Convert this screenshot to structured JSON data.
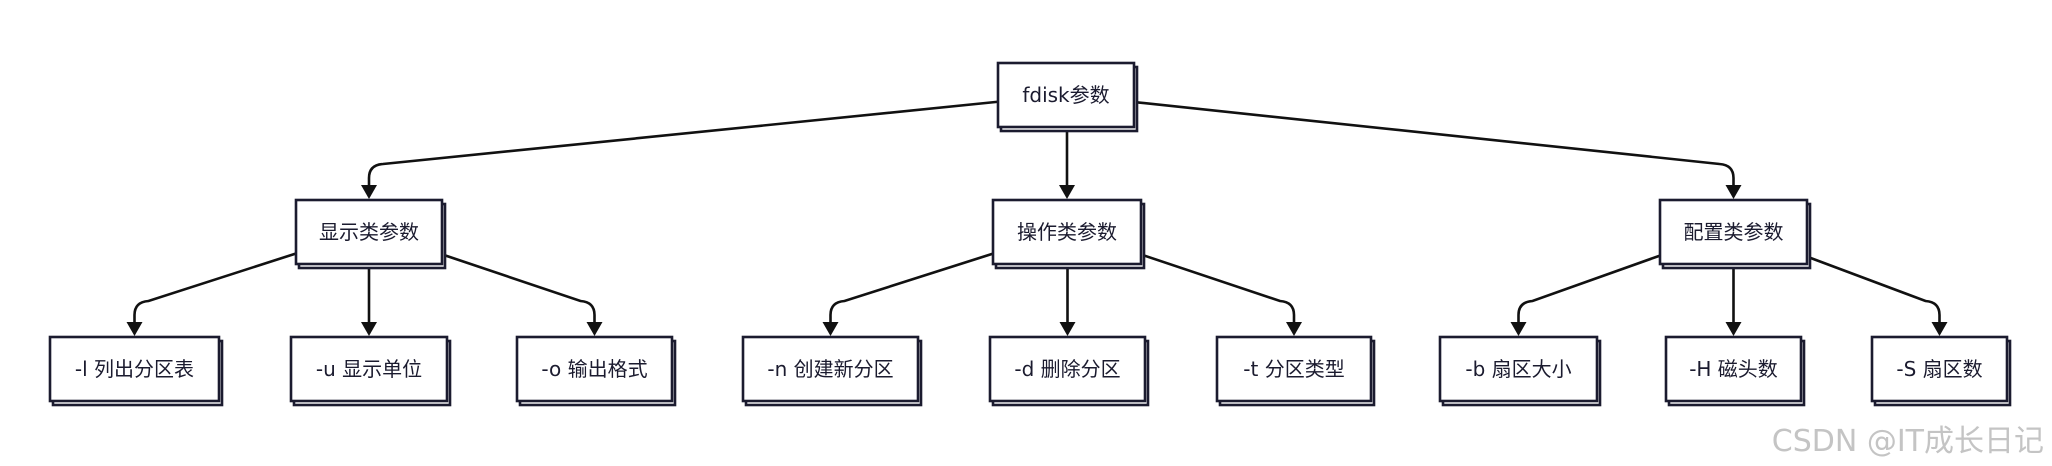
{
  "diagram": {
    "type": "tree",
    "root": {
      "id": "root",
      "label": "fdisk参数"
    },
    "categories": [
      {
        "id": "display",
        "label": "显示类参数"
      },
      {
        "id": "operate",
        "label": "操作类参数"
      },
      {
        "id": "config",
        "label": "配置类参数"
      }
    ],
    "leaves": [
      {
        "id": "l",
        "parent": "display",
        "label": "-l 列出分区表"
      },
      {
        "id": "u",
        "parent": "display",
        "label": "-u 显示单位"
      },
      {
        "id": "o",
        "parent": "display",
        "label": "-o 输出格式"
      },
      {
        "id": "n",
        "parent": "operate",
        "label": "-n 创建新分区"
      },
      {
        "id": "d",
        "parent": "operate",
        "label": "-d 删除分区"
      },
      {
        "id": "t",
        "parent": "operate",
        "label": "-t 分区类型"
      },
      {
        "id": "b",
        "parent": "config",
        "label": "-b 扇区大小"
      },
      {
        "id": "H",
        "parent": "config",
        "label": "-H 磁头数"
      },
      {
        "id": "S",
        "parent": "config",
        "label": "-S 扇区数"
      }
    ],
    "edges": [
      [
        "root",
        "display"
      ],
      [
        "root",
        "operate"
      ],
      [
        "root",
        "config"
      ],
      [
        "display",
        "l"
      ],
      [
        "display",
        "u"
      ],
      [
        "display",
        "o"
      ],
      [
        "operate",
        "n"
      ],
      [
        "operate",
        "d"
      ],
      [
        "operate",
        "t"
      ],
      [
        "config",
        "b"
      ],
      [
        "config",
        "H"
      ],
      [
        "config",
        "S"
      ]
    ]
  },
  "watermark": "CSDN @IT成长日记",
  "colors": {
    "node_border": "#1b1b2f",
    "node_fill": "#ffffff",
    "edge": "#111111",
    "watermark": "#c4c4c4"
  }
}
